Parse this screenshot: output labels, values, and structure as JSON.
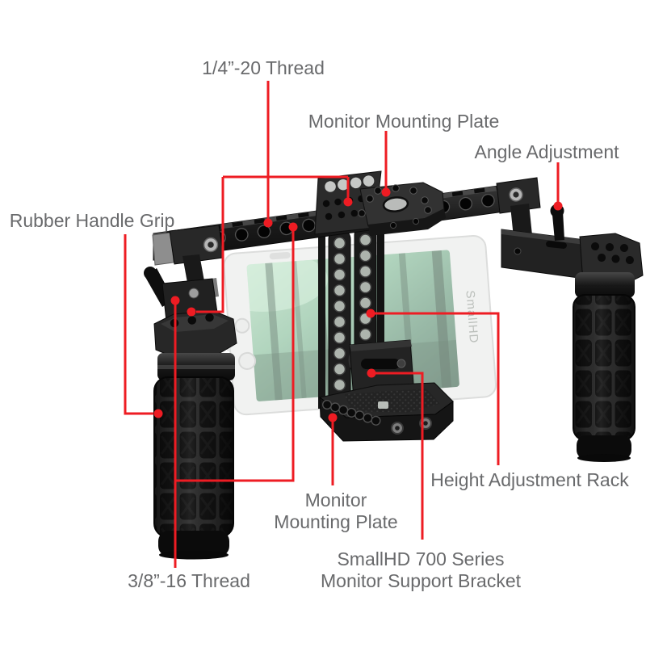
{
  "theme": {
    "background": "#ffffff",
    "accent_red": "#ee1c23",
    "label_color": "#696a6c",
    "rig_black": "#1c1c1c",
    "monitor_ghost": "#e9eae9",
    "screen_green": "#7fba94"
  },
  "labels": {
    "quarter_thread": "1/4”-20 Thread",
    "monitor_plate_top": "Monitor Mounting Plate",
    "angle_adjustment": "Angle Adjustment",
    "rubber_handle_grip": "Rubber Handle Grip",
    "height_adjustment_rack": "Height Adjustment Rack",
    "monitor_plate_bottom": {
      "line1": "Monitor",
      "line2": "Mounting Plate"
    },
    "support_bracket": {
      "line1": "SmallHD 700 Series",
      "line2": "Monitor Support Bracket"
    },
    "three_eighths_thread": "3/8”-16 Thread"
  },
  "monitor": {
    "logo": "SmallHD"
  }
}
